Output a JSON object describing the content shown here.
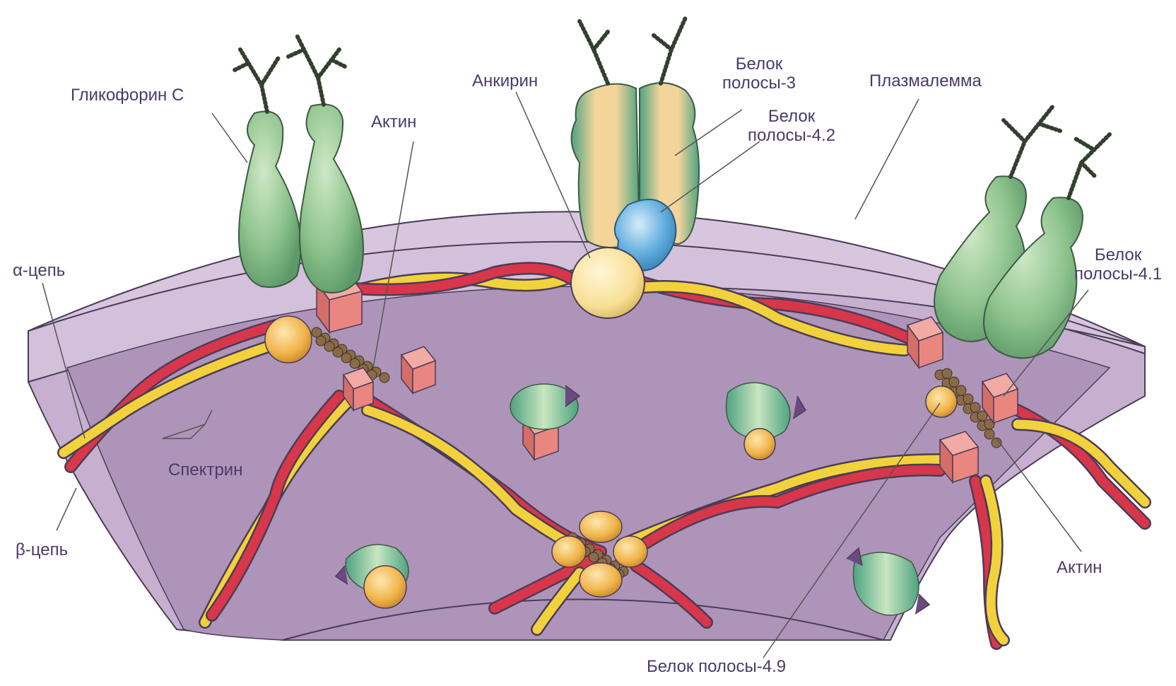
{
  "labels": {
    "glycophorin": "Гликофорин С",
    "actin_top": "Актин",
    "ankyrin": "Анкирин",
    "band3": "Белок\nполосы-3",
    "band42": "Белок\nполосы-4.2",
    "plasmalemma": "Плазмалемма",
    "band41": "Белок\nполосы-4.1",
    "alpha_chain": "α-цепь",
    "spectrin": "Спектрин",
    "beta_chain": "β-цепь",
    "actin_right": "Актин",
    "band49": "Белок полосы-4.9"
  },
  "colors": {
    "membrane_top": "#d7c3dd",
    "membrane_side": "#c4adcc",
    "membrane_inner": "#a98db5",
    "outline": "#4b3c57",
    "alpha_chain": "#f2d23c",
    "beta_chain": "#d8364a",
    "glycophorin": "#8fc48e",
    "band3_green": "#5fb28f",
    "band3_peach": "#f3d59a",
    "band42": "#62aede",
    "ankyrin": "#f7df95",
    "band41": "#e98680",
    "band49": "#f0b44a",
    "actin": "#8a6b48"
  }
}
